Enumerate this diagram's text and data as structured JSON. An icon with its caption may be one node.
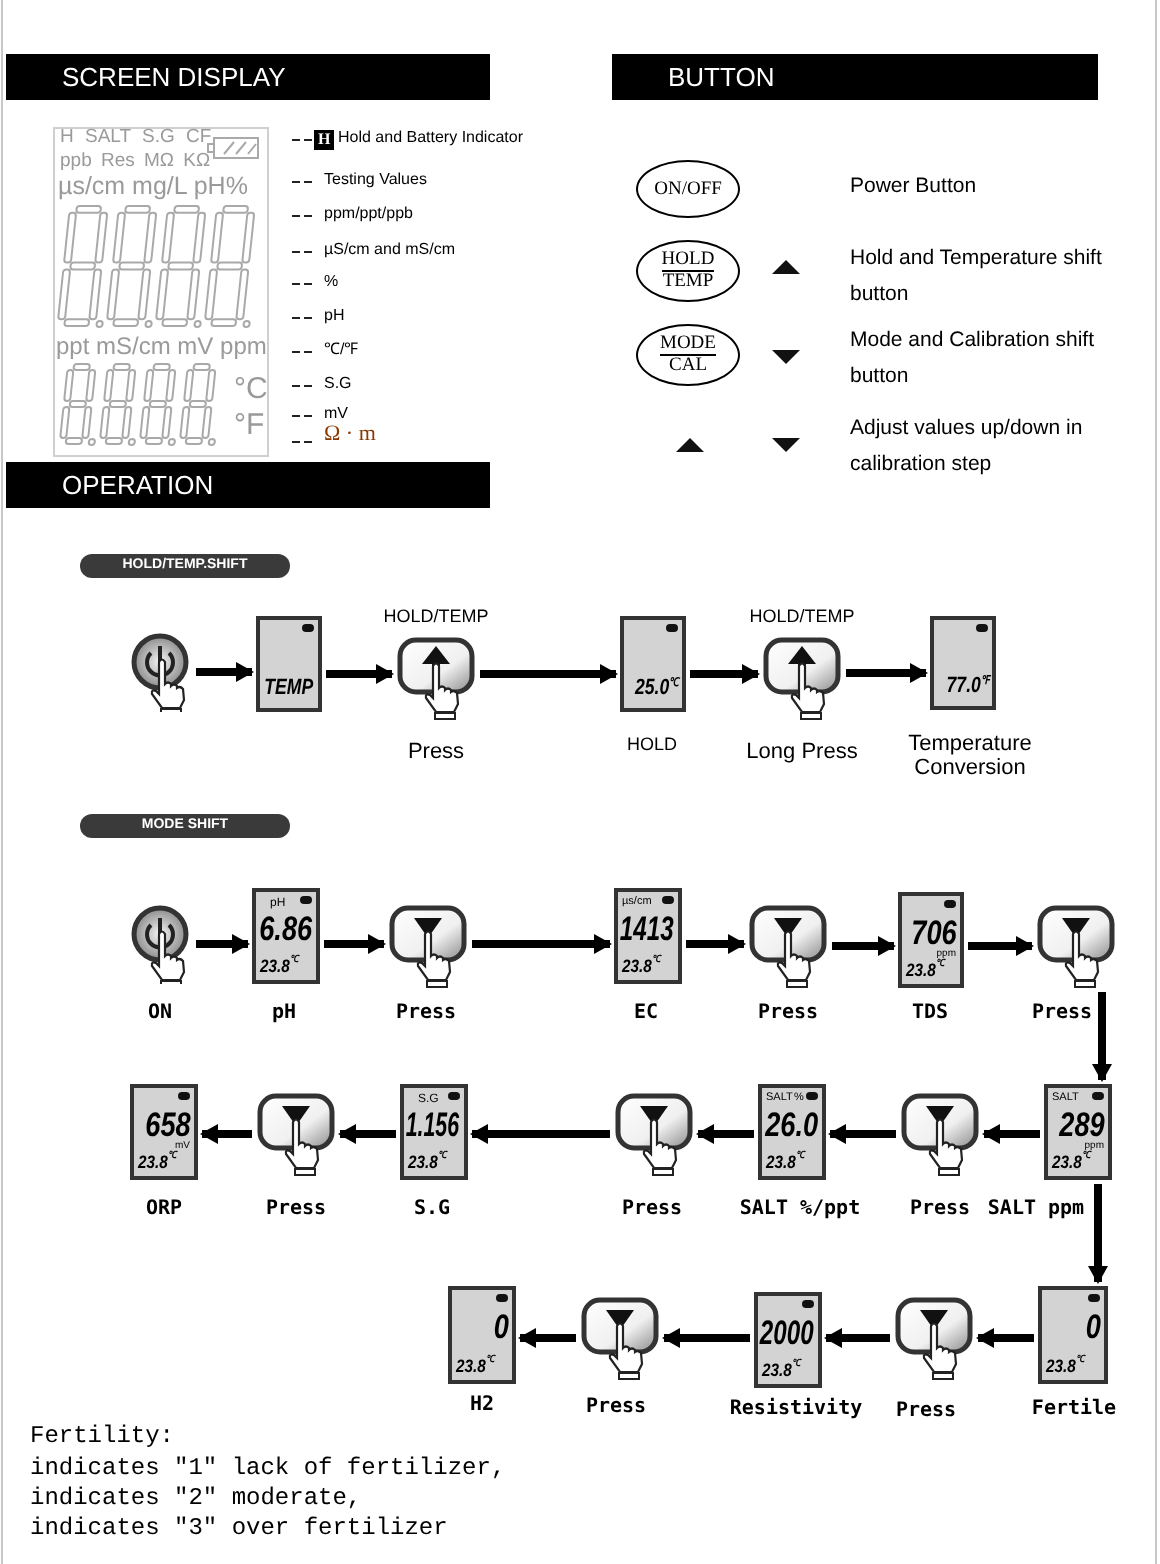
{
  "diagram": {
    "nodes": [
      {
        "text": [
          "SCREEN DISPLAY"
        ]
      },
      {
        "text": [
          "BUTTON"
        ]
      },
      {
        "text": [
          "ON/OFF"
        ]
      },
      {
        "text": [
          "HOLD",
          "TEMP"
        ]
      },
      {
        "text": [
          "MODE",
          "CAL"
        ]
      },
      {
        "text": [
          "OPERATION"
        ]
      },
      {
        "text": [
          "HOLD/TEMP.SHIFT"
        ]
      },
      {
        "text": [],
        "shape": "button"
      },
      {
        "text": [
          "TEMP"
        ]
      },
      {
        "text": [
          "HOLD/TEMP"
        ],
        "beside": [
          "Press"
        ]
      },
      {
        "text": [
          "25.0$^{℃}$"
        ],
        "beside": [
          "HOLD"
        ]
      },
      {
        "text": [
          "HOLD/TEMP"
        ],
        "beside": [
          "Long Press"
        ]
      },
      {
        "text": [
          "77.0$^{℉}$"
        ],
        "beside": [
          "Temperature Conversion"
        ]
      },
      {
        "text": [
          "MODE SHIFT"
        ]
      },
      {
        "text": [],
        "shape": "button",
        "beside": [
          "ON"
        ]
      },
      {
        "text": [
          "pH",
          "6.86",
          "23.8$^{℃}$"
        ],
        "beside": [
          "pH"
        ]
      },
      {
        "text": [],
        "shape": "button",
        "beside": [
          "Press"
        ]
      },
      {
        "text": [
          "µs/cm",
          "1413",
          "23.8$^{℃}$"
        ],
        "beside": [
          "EC"
        ]
      },
      {
        "text": [],
        "shape": "button",
        "beside": [
          "Press"
        ]
      },
      {
        "text": [
          "706",
          "ppm",
          "23.8$^{℃}$"
        ],
        "beside": [
          "TDS"
        ]
      },
      {
        "text": [],
        "shape": "button",
        "beside": [
          "Press"
        ]
      },
      {
        "text": [
          "SALT",
          "289",
          "ppm",
          "23.8$^{℃}$"
        ],
        "beside": [
          "SALT ppm"
        ]
      },
      {
        "text": [],
        "shape": "button",
        "beside": [
          "Press"
        ]
      },
      {
        "text": [
          "SALT",
          "%",
          "26.0",
          "23.8$^{℃}$"
        ],
        "beside": [
          "SALT %/ppt"
        ]
      },
      {
        "text": [],
        "shape": "button",
        "beside": [
          "Press"
        ]
      },
      {
        "text": [
          "S.G",
          "1.156",
          "23.8$^{℃}$"
        ],
        "beside": [
          "S.G"
        ]
      },
      {
        "text": [],
        "shape": "button",
        "beside": [
          "Press"
        ]
      },
      {
        "text": [
          "658",
          "mV",
          "23.8$^{℃}$"
        ],
        "beside": [
          "ORP"
        ]
      },
      {
        "text": [
          "0",
          "23.8$^{℃}$"
        ],
        "beside": [
          "Fertile"
        ]
      },
      {
        "text": [],
        "shape": "button",
        "beside": [
          "Press"
        ]
      },
      {
        "text": [
          "2000",
          "23.8$^{℃}$"
        ],
        "beside": [
          "Resistivity"
        ]
      },
      {
        "text": [],
        "shape": "button",
        "beside": [
          "Press"
        ]
      },
      {
        "text": [
          "0",
          "23.8$^{℃}$"
        ],
        "beside": [
          "H2"
        ]
      }
    ],
    "edges": [
      {
        "from": 7,
        "to": 8,
        "arrow": "to"
      },
      {
        "from": 8,
        "to": 9,
        "arrow": "to"
      },
      {
        "from": 9,
        "to": 10,
        "arrow": "to"
      },
      {
        "from": 10,
        "to": 11,
        "arrow": "to"
      },
      {
        "from": 11,
        "to": 12,
        "arrow": "to"
      },
      {
        "from": 14,
        "to": 15,
        "arrow": "to"
      },
      {
        "from": 15,
        "to": 16,
        "arrow": "to"
      },
      {
        "from": 16,
        "to": 17,
        "arrow": "to"
      },
      {
        "from": 17,
        "to": 18,
        "arrow": "to"
      },
      {
        "from": 18,
        "to": 19,
        "arrow": "to"
      },
      {
        "from": 19,
        "to": 20,
        "arrow": "to"
      },
      {
        "from": 20,
        "to": 21,
        "arrow": "to"
      },
      {
        "from": 21,
        "to": 22,
        "arrow": "to"
      },
      {
        "from": 22,
        "to": 23,
        "arrow": "to"
      },
      {
        "from": 23,
        "to": 24,
        "arrow": "to"
      },
      {
        "from": 24,
        "to": 25,
        "arrow": "to"
      },
      {
        "from": 25,
        "to": 26,
        "arrow": "to"
      },
      {
        "from": 26,
        "to": 27,
        "arrow": "to"
      },
      {
        "from": 21,
        "to": 28,
        "arrow": "to"
      },
      {
        "from": 28,
        "to": 29,
        "arrow": "to"
      },
      {
        "from": 29,
        "to": 30,
        "arrow": "to"
      },
      {
        "from": 30,
        "to": 31,
        "arrow": "to"
      },
      {
        "from": 31,
        "to": 32,
        "arrow": "to"
      }
    ],
    "labels": [
      "H SALT S.G CF",
      "ppb Res MΩ KΩ",
      "µs/cm mg/L pH%",
      "ppt mS/cm mV ppm",
      "°C",
      "°F",
      "H",
      "Hold and Battery Indicator",
      "Testing Values",
      "ppm/ppt/ppb",
      "µS/cm and mS/cm",
      "%",
      "pH",
      "℃/℉",
      "S.G",
      "mV",
      "Ω · m",
      "Power Button",
      "Hold and Temperature shift button",
      "Mode and Calibration shift button",
      "Adjust values up/down in calibration step",
      "Fertility:",
      "indicates \"1\" lack of fertilizer,",
      "indicates \"2\" moderate,",
      "indicates \"3\" over fertilizer"
    ]
  }
}
